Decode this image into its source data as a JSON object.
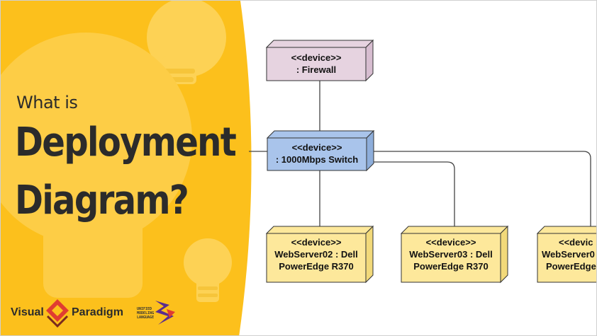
{
  "title": {
    "line1": "What is",
    "line2": "Deployment",
    "line3": "Diagram?"
  },
  "branding": {
    "left_word": "Visual",
    "right_word": "Paradigm",
    "uml_line1": "UNIFIED",
    "uml_line2": "MODELING",
    "uml_line3": "LANGUAGE"
  },
  "diagram": {
    "nodes": [
      {
        "id": "firewall",
        "stereotype": "<<device>>",
        "line1": ": Firewall",
        "line2": "",
        "fill": "#e6d3e0"
      },
      {
        "id": "switch",
        "stereotype": "<<device>>",
        "line1": ": 1000Mbps Switch",
        "line2": "",
        "fill": "#a9c4eb"
      },
      {
        "id": "webserver02",
        "stereotype": "<<device>>",
        "line1": "WebServer02 : Dell",
        "line2": "PowerEdge R370",
        "fill": "#fde89b"
      },
      {
        "id": "webserver03",
        "stereotype": "<<device>>",
        "line1": "WebServer03 : Dell",
        "line2": "PowerEdge R370",
        "fill": "#fde89b"
      },
      {
        "id": "webserver04",
        "stereotype": "<<devic",
        "line1": "WebServer0",
        "line2": "PowerEdge",
        "fill": "#fde89b"
      }
    ]
  },
  "colors": {
    "panel": "#fcc01c",
    "panel_shapes": "#fdd255",
    "text_dark": "#2b2b2b",
    "brand_red": "#e03c31",
    "brand_purple": "#5b2d8e"
  }
}
